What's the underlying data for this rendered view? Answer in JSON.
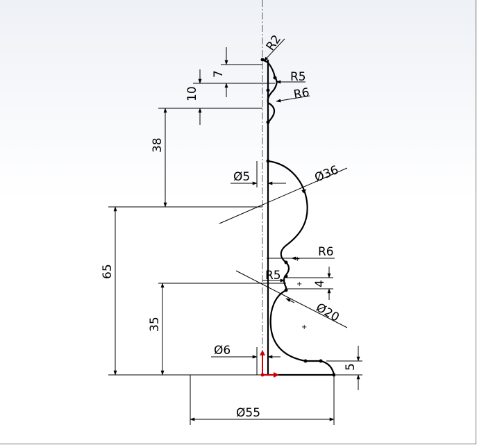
{
  "dimensions": {
    "r2": "R2",
    "d7": "7",
    "r5_top": "R5",
    "d10": "10",
    "r6_top": "R6",
    "d38": "38",
    "dia5": "5",
    "dia36": "36",
    "d65": "65",
    "r6_mid": "R6",
    "r5_mid": "R5",
    "d4": "4",
    "dia20": "20",
    "d35": "35",
    "dia6": "6",
    "d5": "5",
    "dia55": "55"
  },
  "symbols": {
    "diameter": "Ø"
  },
  "colors": {
    "origin": "#cc0000"
  }
}
